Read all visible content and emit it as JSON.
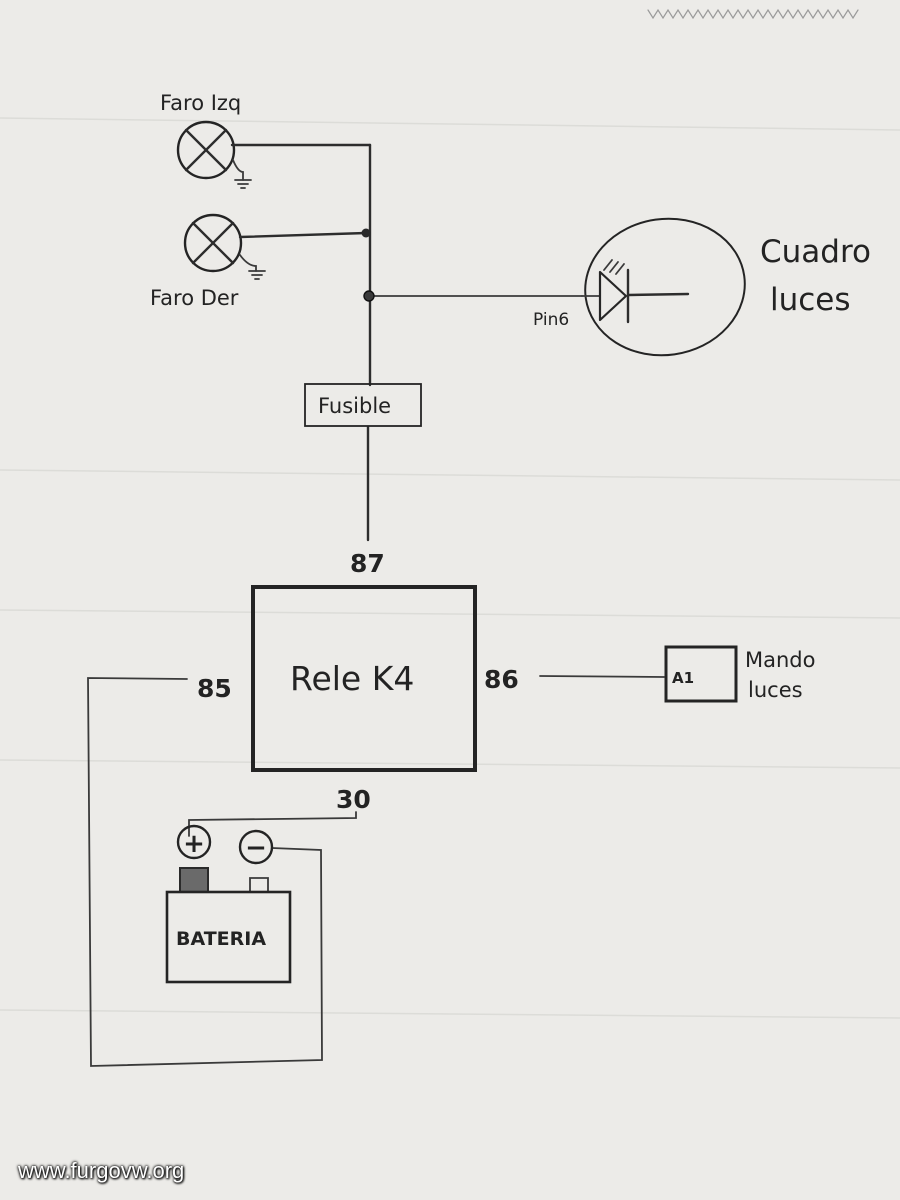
{
  "labels": {
    "lamp_left": "Faro Izq",
    "lamp_right": "Faro Der",
    "dash_title_1": "Cuadro",
    "dash_title_2": "luces",
    "pin": "Pin6",
    "fuse": "Fusible",
    "relay": "Rele K4",
    "terminal_87": "87",
    "terminal_85": "85",
    "terminal_86": "86",
    "terminal_30": "30",
    "switch_id": "A1",
    "switch_title_1": "Mando",
    "switch_title_2": "luces",
    "battery": "BATERIA",
    "battery_plus": "+",
    "battery_minus": "−"
  },
  "watermark": "www.furgovw.org",
  "colors": {
    "paper": "#ecebe8",
    "ink": "#2d2d2d",
    "watermark": "#ffffff"
  }
}
